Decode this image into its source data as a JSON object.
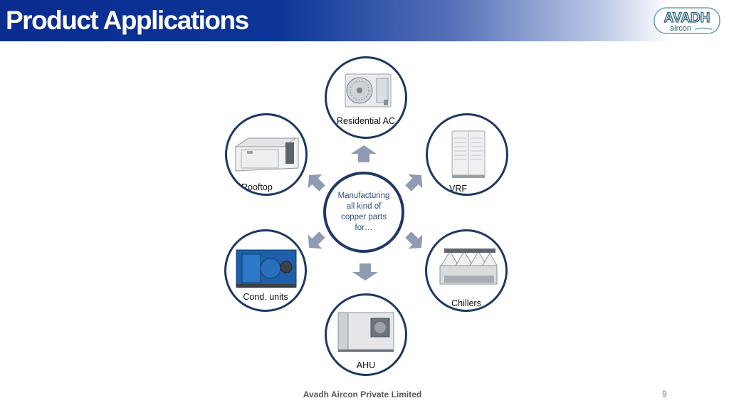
{
  "slide": {
    "title": "Product Applications",
    "logo": {
      "line1": "AVADH",
      "line2": "aircon"
    },
    "hub_text": "Manufacturing all kind of copper parts for…",
    "applications": [
      {
        "label": "Residential AC",
        "icon": "split-ac-outdoor-unit-icon"
      },
      {
        "label": "VRF",
        "icon": "vrf-outdoor-unit-icon"
      },
      {
        "label": "Chillers",
        "icon": "chiller-icon"
      },
      {
        "label": "AHU",
        "icon": "air-handling-unit-icon"
      },
      {
        "label": "Cond. units",
        "icon": "condensing-unit-icon"
      },
      {
        "label": "Rooftop",
        "icon": "rooftop-unit-icon"
      }
    ],
    "footer": "Avadh Aircon Private Limited",
    "page_number": "9"
  },
  "colors": {
    "banner": "#0b2c8f",
    "ring": "#1f3864",
    "arrow": "#8f9bb3",
    "hub_text": "#2e4f7f"
  }
}
